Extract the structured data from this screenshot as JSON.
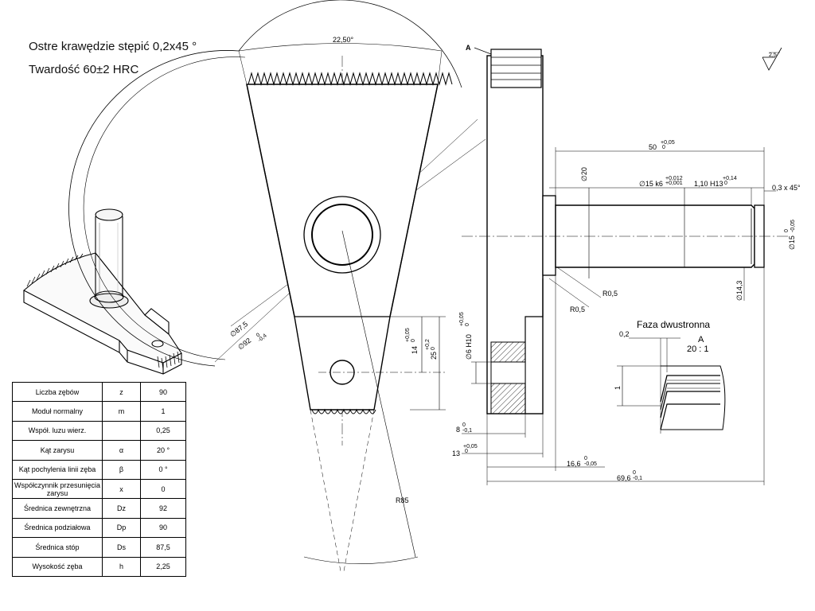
{
  "notes": {
    "chamfer": "Ostre krawędzie stępić 0,2x45 °",
    "hardness": "Twardość 60±2 HRC"
  },
  "front_view": {
    "angle": "22,50°",
    "d_root": "∅87,5",
    "d_tip": "∅92",
    "d_tip_tol": "0",
    "d_tip_tol_low": "-0,4",
    "dim_14": "14",
    "dim_14_tol_up": "+0,05",
    "dim_14_tol_low": "0",
    "dim_25": "25",
    "dim_25_tol_up": "+0,2",
    "dim_25_tol_low": "0",
    "radius": "R85"
  },
  "side_view": {
    "section_mark": "A",
    "surface_finish": "2,5",
    "dim_50": "50",
    "dim_50_tol_up": "+0,05",
    "dim_50_tol_low": "0",
    "dim_d20": "∅20",
    "dim_d15k6": "∅15 k6",
    "dim_d15k6_up": "+0,012",
    "dim_d15k6_low": "+0,001",
    "dim_110": "1,10 H13",
    "dim_110_up": "+0,14",
    "dim_110_low": "0",
    "dim_chamfer": "0,3 x 45°",
    "dim_d15": "∅15",
    "dim_d15_up": "0",
    "dim_d15_low": "-0,05",
    "dim_r05a": "R0,5",
    "dim_r05b": "R0,5",
    "dim_d143": "∅14,3",
    "dim_d6": "∅6 H10",
    "dim_d6_up": "+0,05",
    "dim_d6_low": "0",
    "dim_8": "8",
    "dim_8_up": "0",
    "dim_8_low": "-0,1",
    "dim_13": "13",
    "dim_13_up": "+0,05",
    "dim_13_low": "0",
    "dim_166": "16,6",
    "dim_166_up": "0",
    "dim_166_low": "-0,05",
    "dim_696": "69,6",
    "dim_696_up": "0",
    "dim_696_low": "-0,1"
  },
  "detail": {
    "title": "Faza dwustronna",
    "mark": "A",
    "scale": "20 : 1",
    "dim_02": "0,2",
    "dim_1": "1"
  },
  "spec_table": [
    {
      "name": "Liczba zębów",
      "symbol": "z",
      "value": "90"
    },
    {
      "name": "Moduł normalny",
      "symbol": "m",
      "value": "1"
    },
    {
      "name": "Współ. luzu wierz.",
      "symbol": "",
      "value": "0,25"
    },
    {
      "name": "Kąt zarysu",
      "symbol": "α",
      "value": "20 °"
    },
    {
      "name": "Kąt pochylenia linii zęba",
      "symbol": "β",
      "value": "0 °"
    },
    {
      "name": "Współczynnik przesunięcia zarysu",
      "symbol": "x",
      "value": "0"
    },
    {
      "name": "Średnica zewnętrzna",
      "symbol": "Dz",
      "value": "92"
    },
    {
      "name": "Średnica podziałowa",
      "symbol": "Dp",
      "value": "90"
    },
    {
      "name": "Średnica stóp",
      "symbol": "Ds",
      "value": "87,5"
    },
    {
      "name": "Wysokość zęba",
      "symbol": "h",
      "value": "2,25"
    }
  ]
}
